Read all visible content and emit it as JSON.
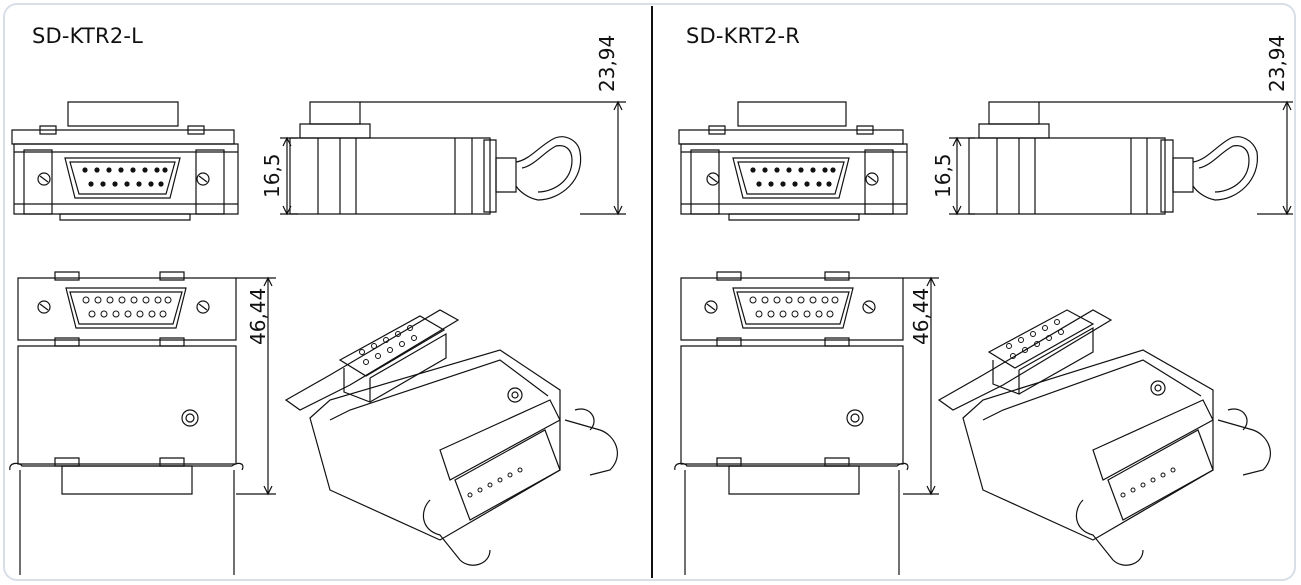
{
  "panels": [
    {
      "title": "SD-KTR2-L",
      "dimensions": {
        "height_total": "23,94",
        "height_body": "16,5",
        "length": "46,44"
      }
    },
    {
      "title": "SD-KRT2-R",
      "dimensions": {
        "height_total": "23,94",
        "height_body": "16,5",
        "length": "46,44"
      }
    }
  ],
  "colors": {
    "line": "#111111",
    "frame_border": "#d8dfe6",
    "background": "#ffffff"
  }
}
